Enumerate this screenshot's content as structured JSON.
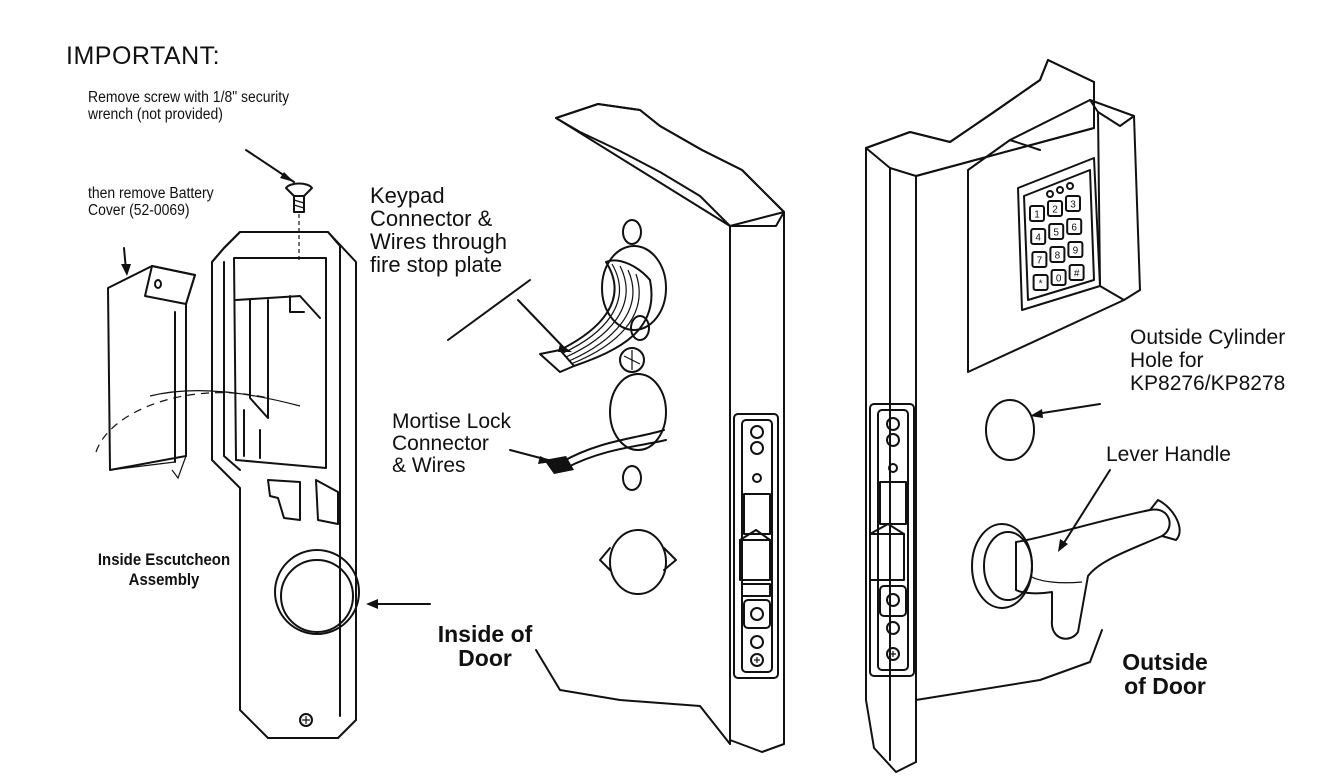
{
  "labels": {
    "important": "IMPORTANT:",
    "remove_screw": "Remove screw with 1/8\" security\nwrench (not provided)",
    "battery_cover": "then remove Battery\nCover (52-0069)",
    "keypad_connector": "Keypad\nConnector &\nWires through\nfire stop plate",
    "mortise_connector": "Mortise Lock\nConnector\n& Wires",
    "inside_escutcheon": "Inside Escutcheon\nAssembly",
    "inside_of_door": "Inside of\nDoor",
    "outside_cylinder": "Outside Cylinder\nHole for\nKP8276/KP8278",
    "lever_handle": "Lever Handle",
    "outside_of_door": "Outside\nof Door"
  },
  "keypad_keys": [
    "1",
    "2",
    "3",
    "4",
    "5",
    "6",
    "7",
    "8",
    "9",
    "*",
    "0",
    "#"
  ]
}
